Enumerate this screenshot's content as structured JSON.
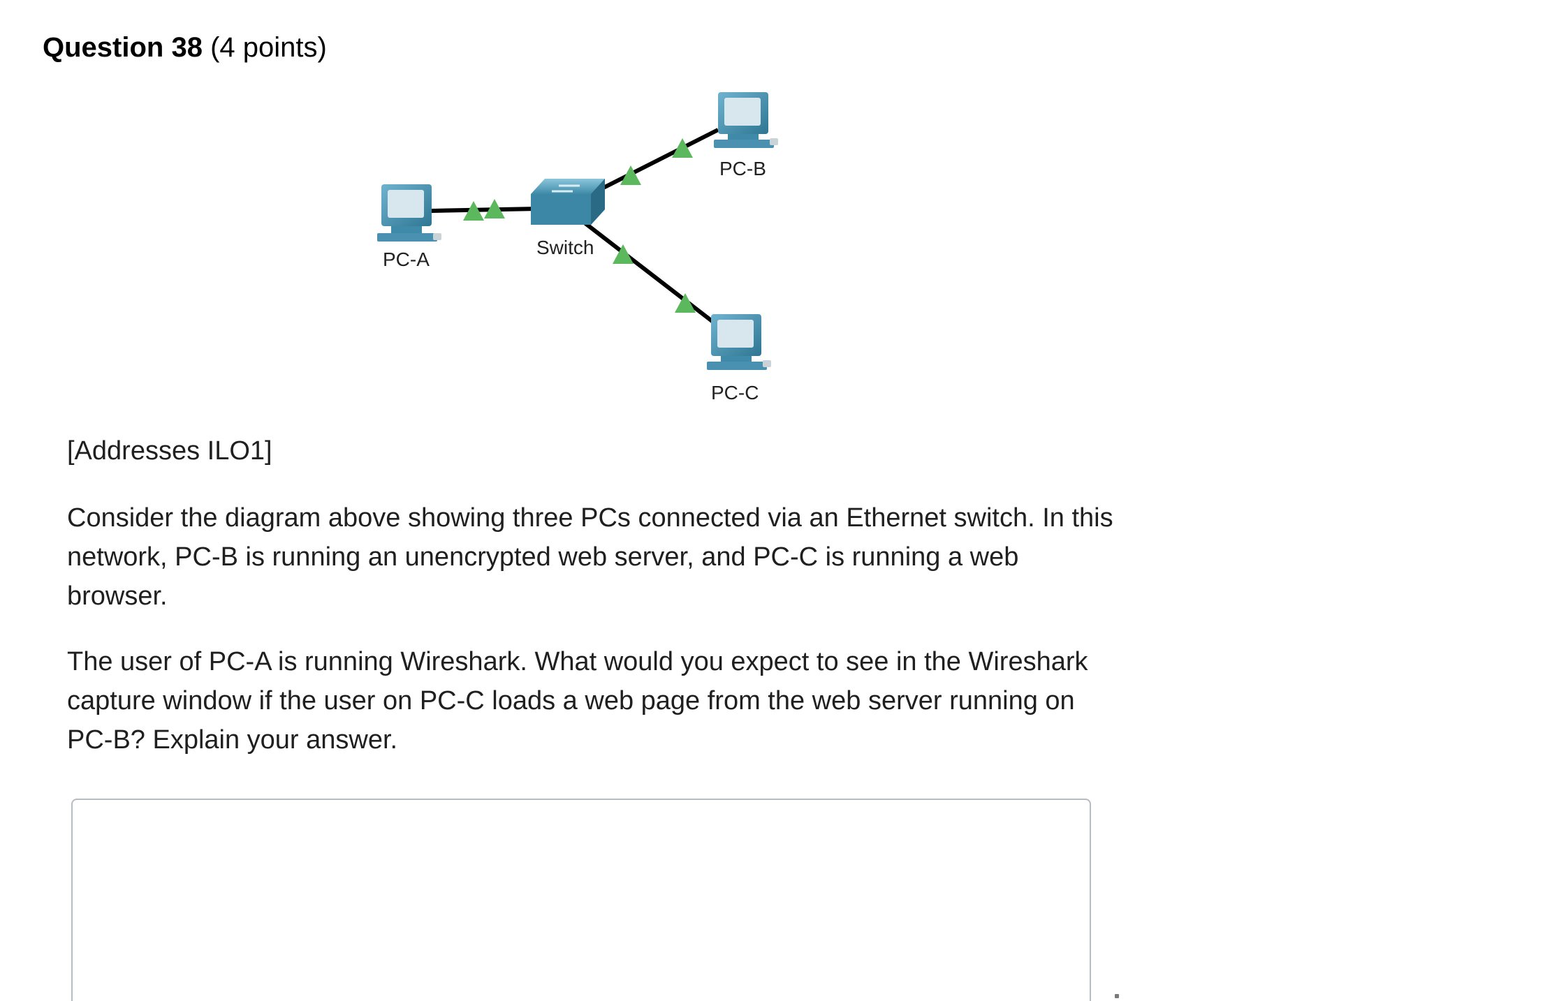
{
  "question": {
    "name": "Question 38",
    "points": "(4 points)"
  },
  "diagram": {
    "nodes": {
      "pc_a": "PC-A",
      "pc_b": "PC-B",
      "pc_c": "PC-C",
      "switch": "Switch"
    },
    "colors": {
      "link": "#000000",
      "link_up_indicator": "#5cb85c",
      "device_body": "#4a90b0",
      "device_screen": "#d8e6ee"
    }
  },
  "content": {
    "ilo_tag": "[Addresses ILO1]",
    "paragraph_1": "Consider the diagram above showing three PCs connected via an Ethernet switch. In this network, PC-B is running an unencrypted web server, and PC-C is running a web browser.",
    "paragraph_2": "The user of PC-A is running Wireshark. What would you expect to see in the Wireshark capture window if the user on PC-C loads a web page from the web server running on PC-B? Explain your answer."
  },
  "answer": {
    "value": ""
  }
}
